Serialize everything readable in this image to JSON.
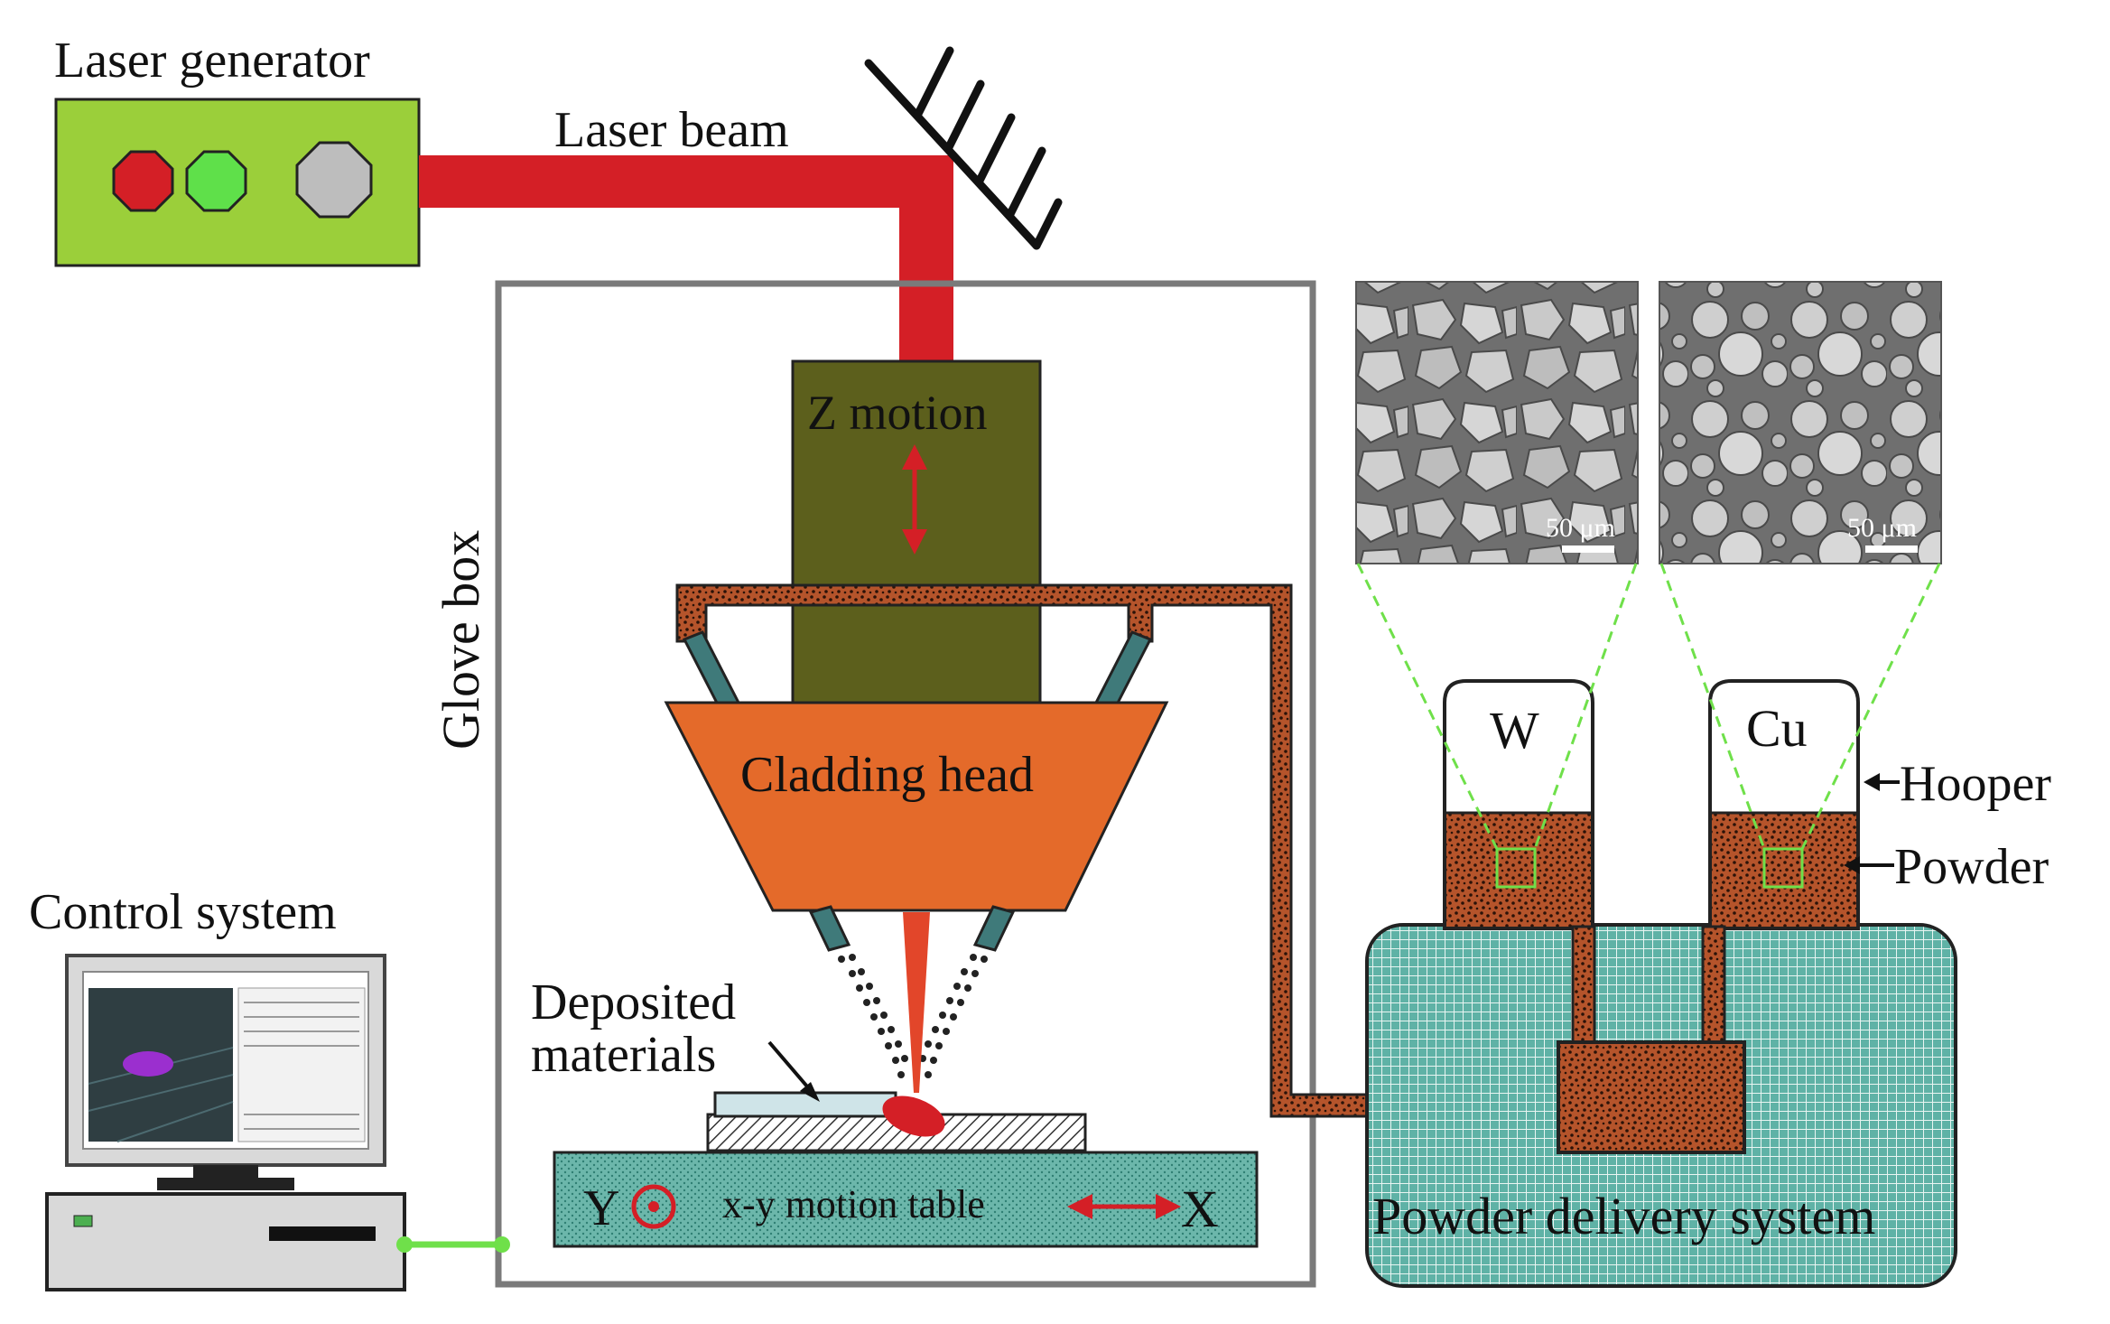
{
  "labels": {
    "laser_generator": "Laser generator",
    "laser_beam": "Laser beam",
    "glove_box": "Glove box",
    "z_motion": "Z motion",
    "cladding_head": "Cladding head",
    "deposited_line1": "Deposited",
    "deposited_line2": "materials",
    "y_axis": "Y",
    "motion_table": "x-y motion table",
    "x_axis": "X",
    "control_system": "Control system",
    "hopper_w": "W",
    "hopper_cu": "Cu",
    "hooper": "Hooper",
    "powder": "Powder",
    "powder_delivery": "Powder delivery system",
    "scale_w": "50 μm",
    "scale_cu": "50 μm"
  },
  "colors": {
    "laser": "#d41f26",
    "generator": "#9bcf3a",
    "indicator_red": "#d41f26",
    "indicator_green": "#5fe04a",
    "indicator_gray": "#bdbdbd",
    "z_motion_block": "#5c5f1c",
    "cladding_head": "#e46a2a",
    "powder": "#b5542b",
    "delivery_system": "#5fb2a6",
    "motion_table": "#5fb2a6",
    "glove_box_border": "#7a7a7a",
    "link_green": "#6fe04a",
    "zoom_guide": "#6fe04a",
    "sem_background": "#8a8a8a",
    "arrow_red": "#d41f26"
  },
  "icons": {
    "mirror": "mirror-icon",
    "computer": "computer-icon",
    "z_arrow": "double-arrow-vertical-icon",
    "x_arrow": "double-arrow-horizontal-icon",
    "y_symbol": "out-of-plane-dot-icon"
  }
}
